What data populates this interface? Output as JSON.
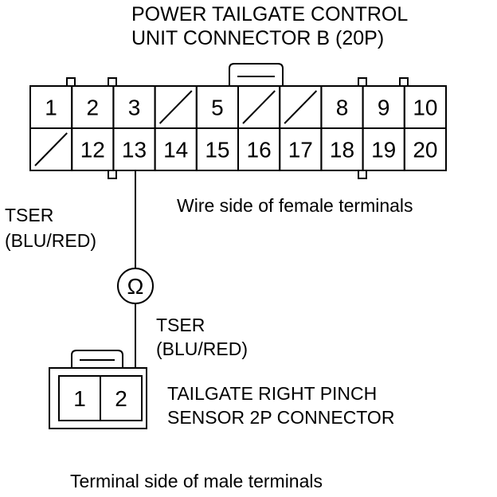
{
  "title": {
    "line1": "POWER TAILGATE CONTROL",
    "line2": "UNIT CONNECTOR B (20P)"
  },
  "connector_b": {
    "row1": [
      "1",
      "2",
      "3",
      "",
      "5",
      "",
      "",
      "8",
      "9",
      "10"
    ],
    "row2": [
      "",
      "12",
      "13",
      "14",
      "15",
      "16",
      "17",
      "18",
      "19",
      "20"
    ],
    "empty_cavity_marks": [
      "slash",
      "slash",
      "slash",
      "slash"
    ],
    "caption": "Wire side of female terminals"
  },
  "wire_upper": {
    "name": "TSER",
    "color": "(BLU/RED)"
  },
  "meter": {
    "symbol": "Ω",
    "icon": "ohmmeter-icon"
  },
  "wire_lower": {
    "name": "TSER",
    "color": "(BLU/RED)"
  },
  "sensor_connector": {
    "pins": [
      "1",
      "2"
    ],
    "label_line1": "TAILGATE RIGHT PINCH",
    "label_line2": "SENSOR 2P CONNECTOR"
  },
  "footer_caption": "Terminal side of male terminals",
  "colors": {
    "line": "#000000",
    "background": "#ffffff"
  }
}
